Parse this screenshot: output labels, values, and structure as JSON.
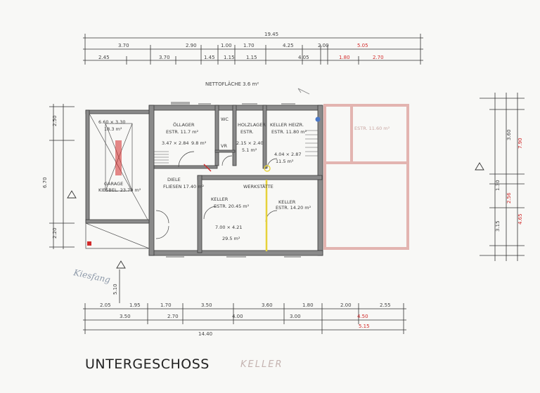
{
  "title": "UNTERGESCHOSS",
  "subtitle": "KELLER",
  "top_note": "NETTOFLÄCHE 3.6 m²",
  "annotation_handwritten": "Kiesfang",
  "dimensions": {
    "top_total": "19.45",
    "top_row1": [
      "3.70",
      "2.90",
      "1.00",
      "1.70",
      "4.25",
      "2.00",
      "5.05"
    ],
    "top_row2": [
      "2.45",
      "3.70",
      "1.45",
      "1.15",
      "1.15",
      "4.05",
      "1.80",
      "2.70"
    ],
    "bottom_row1": [
      "2.05",
      "1.95",
      "1.70",
      "3.50",
      "3.60",
      "1.80",
      "2.00",
      "2.55"
    ],
    "bottom_row2": [
      "3.50",
      "2.70",
      "4.00",
      "3.00",
      "4.50",
      "5.15"
    ],
    "bottom_total": "14.40",
    "left_vertical": [
      "2.50",
      "6.70",
      "2.20"
    ],
    "right_vertical": [
      "3.60",
      "7.90",
      "1.30",
      "2.56",
      "3.15",
      "4.65"
    ],
    "entry_vertical": "5.10"
  },
  "rooms": {
    "garage": {
      "name": "GARAGE",
      "size": "6.60 × 3.30",
      "area": "18.3 m²",
      "floor": "KIESBEL. 23.70 m²"
    },
    "oel_lager": {
      "name": "ÖLLAGER",
      "floor": "ESTR. 11.7 m²",
      "size": "3.47 × 2.84",
      "area": "9.8 m²"
    },
    "wc": {
      "name": "WC"
    },
    "vr": {
      "name": "VR"
    },
    "holz_lager": {
      "name": "HOLZLAGER",
      "floor": "ESTR.",
      "size": "2.15 × 2.40",
      "area": "5.1 m²"
    },
    "keller_heiz": {
      "name": "KELLER HEIZR.",
      "floor": "ESTR. 11.80 m²",
      "size": "4.04 × 2.87",
      "area": "11.5 m²"
    },
    "diele": {
      "name": "DIELE",
      "floor": "FLIESEN 17.40 m²"
    },
    "werkstatt": {
      "name": "WERKSTÄTTE"
    },
    "keller_1": {
      "name": "KELLER",
      "floor": "ESTR. 20.45 m²",
      "size": "7.00 × 4.21",
      "area": "29.5 m²"
    },
    "keller_2": {
      "name": "KELLER",
      "floor": "ESTR. 14.20 m²"
    },
    "ghost_room": {
      "floor": "ESTR. 11.60 m²"
    }
  },
  "colors": {
    "wall_fill": "#8a8a8a",
    "wall_stroke": "#3a3a3a",
    "ghost_wall": "#e3b4b0",
    "accent_red": "#d12a2a",
    "accent_yellow": "#e6d23a",
    "accent_blue": "#4a78c8"
  }
}
